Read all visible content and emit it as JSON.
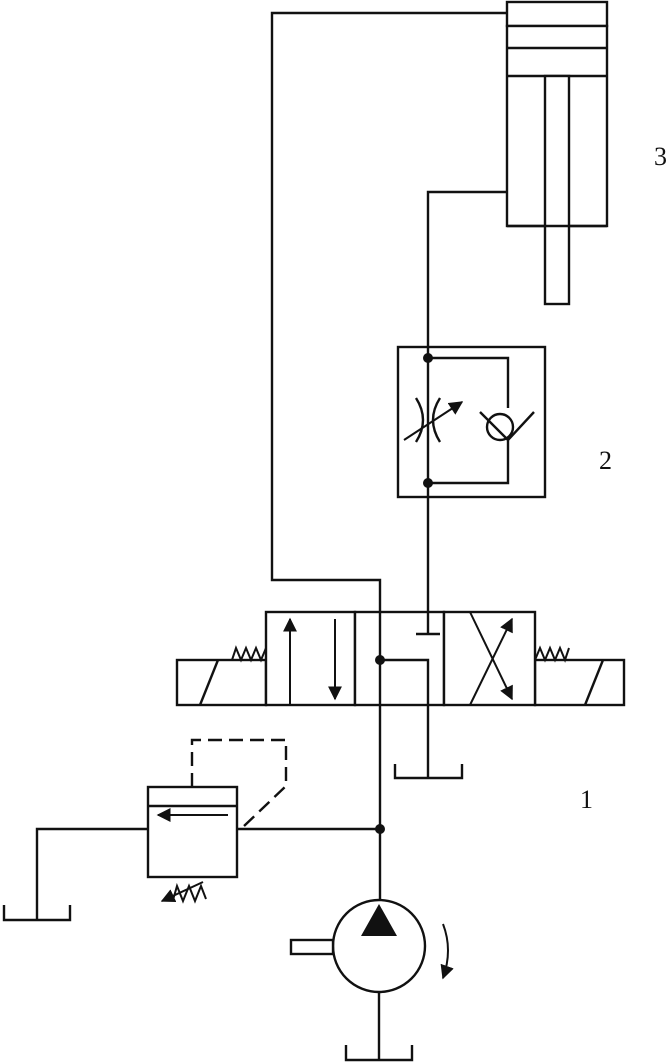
{
  "labels": {
    "pump_unit": "1",
    "valve_2": "2",
    "cylinder": "3"
  },
  "colors": {
    "line": "#111111",
    "background": "#ffffff"
  }
}
